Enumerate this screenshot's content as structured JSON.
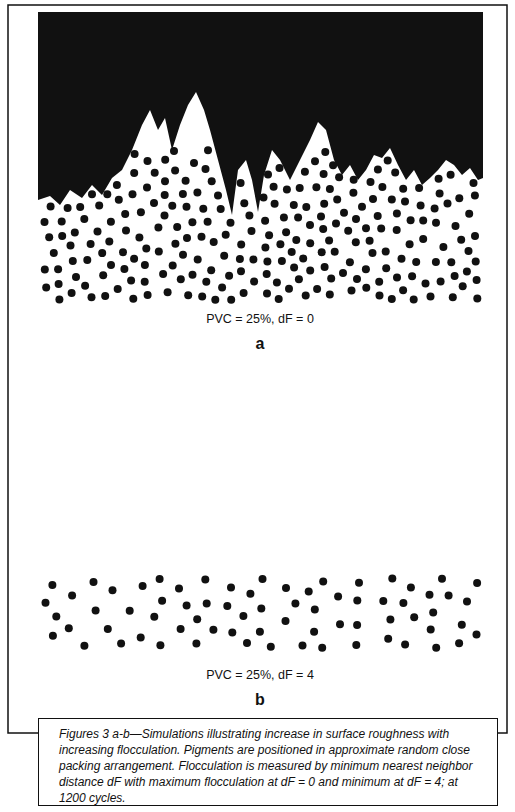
{
  "diagram": {
    "caption": "Figures 3 a-b—Simulations illustrating increase in surface roughness with increasing flocculation. Pigments are positioned in approximate random close packing arrangement. Flocculation is measured by minimum nearest neighbor distance dF with maximum flocculation at dF = 0 and minimum at dF = 4; at 1200 cycles.",
    "labels": [
      "PVC = 25%, dF = 0",
      "a",
      "PVC = 25%, dF = 4",
      "b"
    ]
  }
}
